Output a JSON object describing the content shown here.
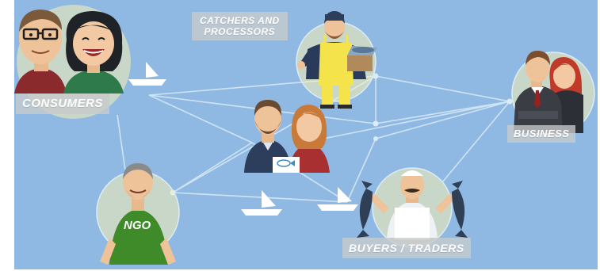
{
  "labels": {
    "consumers": "CONSUMERS",
    "catchers_line1": "CATCHERS AND",
    "catchers_line2": "PROCESSORS",
    "business": "BUSINESS",
    "buyers_traders": "BUYERS / TRADERS",
    "ngo": "NGO"
  },
  "colors": {
    "background": "#8fb9e3",
    "network_line": "#d6e8f5",
    "label_bg": "#c8cacc",
    "halo": "#f7f0b2"
  }
}
